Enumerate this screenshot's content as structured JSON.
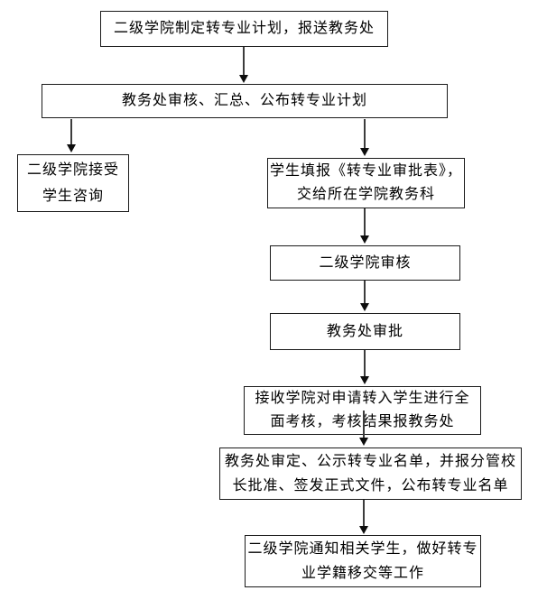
{
  "page": {
    "background": "#ffffff"
  },
  "colors": {
    "box_border": "#1a1a1a",
    "arrow_shaft": "#3c3c3c",
    "arrow_head": "#0d0d0d",
    "text": "#000000"
  },
  "nodes": {
    "plan": {
      "line1": "二级学院制定转专业计划，报送教务处"
    },
    "review": {
      "line1": "教务处审核、汇总、公布转专业计划"
    },
    "consult": {
      "line1": "二级学院接受",
      "line2": "学生咨询"
    },
    "apply": {
      "line1": "学生填报《转专业审批表》，",
      "line2": "交给所在学院教务科"
    },
    "college_review": {
      "line1": "二级学院审核"
    },
    "jwc_approve": {
      "line1": "教务处审批"
    },
    "assess": {
      "line1": "接收学院对申请转入学生进行全",
      "line2": "面考核，考核结果报教务处"
    },
    "publish": {
      "line1": "教务处审定、公示转专业名单，并报分管校",
      "line2": "长批准、签发正式文件，公布转专业名单"
    },
    "notify": {
      "line1": "二级学院通知相关学生，做好转专",
      "line2": "业学籍移交等工作"
    }
  },
  "edges": [
    {
      "from": "plan",
      "to": "review"
    },
    {
      "from": "review",
      "to": "consult"
    },
    {
      "from": "review",
      "to": "apply"
    },
    {
      "from": "apply",
      "to": "college_review"
    },
    {
      "from": "college_review",
      "to": "jwc_approve"
    },
    {
      "from": "jwc_approve",
      "to": "assess"
    },
    {
      "from": "assess",
      "to": "publish"
    },
    {
      "from": "publish",
      "to": "notify"
    }
  ]
}
